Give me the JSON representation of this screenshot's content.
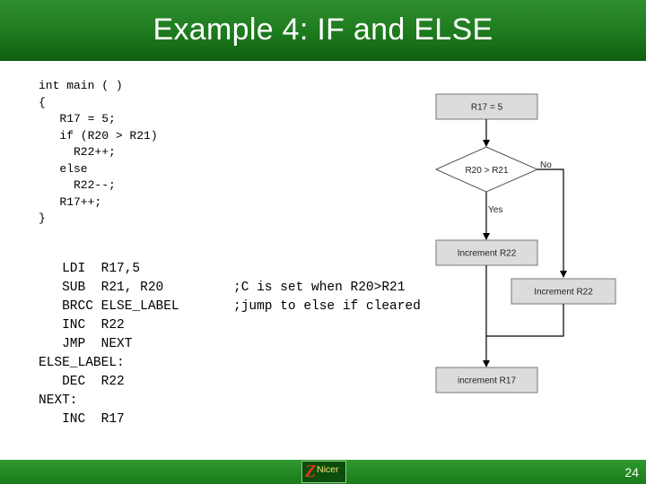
{
  "slide": {
    "title": "Example 4: IF and ELSE",
    "page_number": "24",
    "logo_text": "Nicer"
  },
  "c_code": [
    "int main ( )",
    "{",
    "   R17 = 5;",
    "   if (R20 > R21)",
    "     R22++;",
    "   else",
    "     R22--;",
    "   R17++;",
    "}"
  ],
  "asm_code": [
    {
      "instruction": "   LDI  R17,5",
      "comment": ""
    },
    {
      "instruction": "   SUB  R21, R20",
      "comment": ";C is set when R20>R21"
    },
    {
      "instruction": "   BRCC ELSE_LABEL",
      "comment": ";jump to else if cleared"
    },
    {
      "instruction": "   INC  R22",
      "comment": ""
    },
    {
      "instruction": "   JMP  NEXT",
      "comment": ""
    },
    {
      "instruction": "ELSE_LABEL:",
      "comment": ""
    },
    {
      "instruction": "   DEC  R22",
      "comment": ""
    },
    {
      "instruction": "NEXT:",
      "comment": ""
    },
    {
      "instruction": "   INC  R17",
      "comment": ""
    }
  ],
  "flowchart": {
    "start_box": "R17 = 5",
    "decision": "R20 > R21",
    "no_label": "No",
    "yes_label": "Yes",
    "yes_box": "Increment R22",
    "no_box": "Increment R22",
    "end_box": "increment R17"
  }
}
